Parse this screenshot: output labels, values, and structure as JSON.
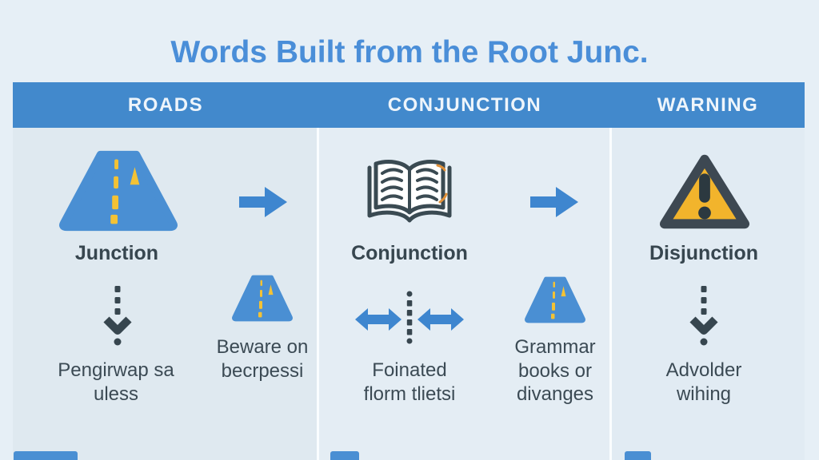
{
  "title": "Words Built from the Root Junc.",
  "columns": [
    {
      "header": "ROADS",
      "main": {
        "icon": "road-icon",
        "label": "Junction"
      },
      "flow_arrow": "right-arrow-icon",
      "sub_left": {
        "icon": "dashed-down-arrow-icon",
        "lines": [
          "Pengirwap sa",
          "uless"
        ]
      },
      "sub_right": {
        "icon": "small-road-icon",
        "lines": [
          "Beware on",
          "becrpessi"
        ]
      }
    },
    {
      "header": "CONJUNCTION",
      "main": {
        "icon": "open-book-icon",
        "label": "Conjunction"
      },
      "flow_arrow": "right-arrow-icon",
      "sub_left": {
        "icon": "diverging-arrows-icon",
        "lines": [
          "Foinated",
          "florm tlietsi"
        ]
      },
      "sub_right": {
        "icon": "small-road-icon",
        "lines": [
          "Grammar",
          "books or",
          "divanges"
        ]
      }
    },
    {
      "header": "WARNING",
      "main": {
        "icon": "warning-triangle-icon",
        "label": "Disjunction"
      },
      "sub_left": {
        "icon": "dashed-down-arrow-icon",
        "lines": [
          "Advolder",
          "wihing"
        ]
      }
    }
  ],
  "colors": {
    "background": "#e3edf5",
    "header_bar": "#4289cc",
    "title_text": "#4a8ed8",
    "accent_blue": "#3e86cf",
    "road_blue": "#4a8fd3",
    "road_marking_yellow": "#f3c235",
    "warning_yellow": "#f2b42c",
    "dark_slate": "#37464f"
  }
}
